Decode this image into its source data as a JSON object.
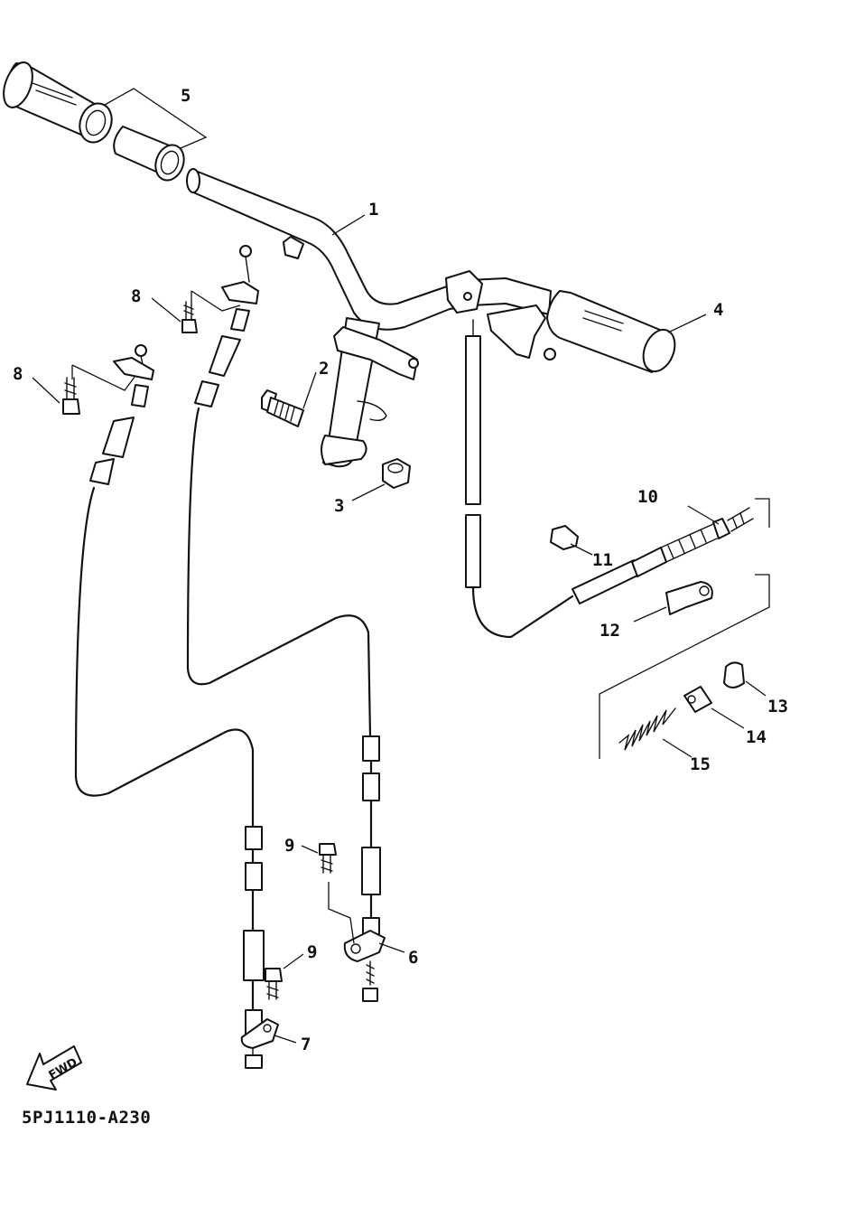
{
  "callouts": {
    "c1": "1",
    "c2": "2",
    "c3": "3",
    "c4": "4",
    "c5": "5",
    "c6": "6",
    "c7": "7",
    "c8a": "8",
    "c8b": "8",
    "c9a": "9",
    "c9b": "9",
    "c10": "10",
    "c11": "11",
    "c12": "12",
    "c13": "13",
    "c14": "14",
    "c15": "15"
  },
  "fwd_label": "FWD",
  "diagram_code": "5PJ1110-A230"
}
